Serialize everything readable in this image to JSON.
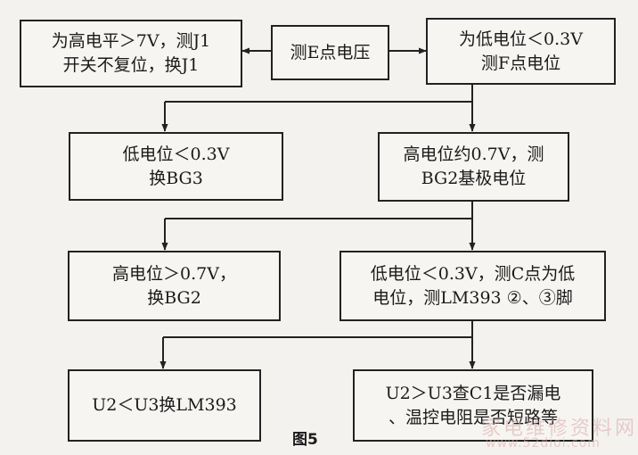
{
  "flowchart": {
    "center": {
      "lines": [
        "测E点电压"
      ]
    },
    "left_high": {
      "lines": [
        "为高电平＞7V，测J1",
        "开关不复位，换J1"
      ]
    },
    "right_low": {
      "lines": [
        "为低电位＜0.3V",
        "测F点电位"
      ]
    },
    "mid_left": {
      "lines": [
        "低电位＜0.3V",
        "换BG3"
      ]
    },
    "mid_right": {
      "lines": [
        "高电位约0.7V，测",
        "BG2基极电位"
      ]
    },
    "row3_left": {
      "lines": [
        "高电位＞0.7V，",
        "换BG2"
      ]
    },
    "row3_right": {
      "lines": [
        "低电位＜0.3V，测C点为低",
        "电位，测LM393 ②、③脚"
      ]
    },
    "row4_left": {
      "lines": [
        "U2＜U3换LM393"
      ]
    },
    "row4_right": {
      "lines": [
        "U2＞U3查C1是否漏电",
        "、温控电阻是否短路等"
      ]
    }
  },
  "caption": "图5",
  "watermark": {
    "text1": "家电维修资料网",
    "text2": "www.52dioi.com"
  },
  "colors": {
    "line": "#222222",
    "box_border": "#222222",
    "background": "#f4f2ef"
  }
}
